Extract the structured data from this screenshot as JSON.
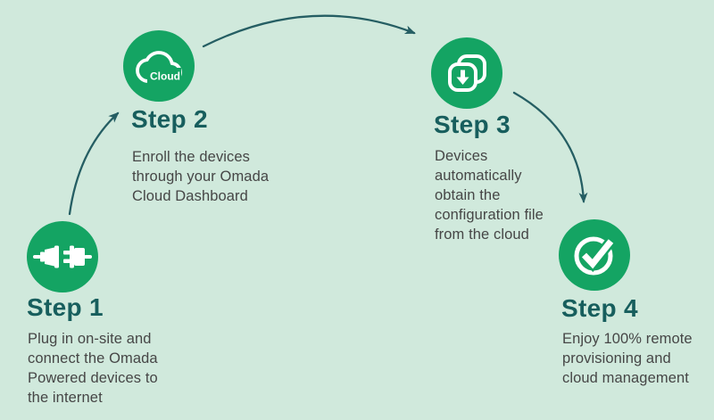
{
  "colors": {
    "background": "#d0e9dc",
    "circle_green": "#14a463",
    "heading_teal": "#175e5d",
    "body_text": "#464646",
    "arrow_teal": "#255e63",
    "icon_white": "#ffffff"
  },
  "steps": [
    {
      "title": "Step 1",
      "description": "Plug in on-site and\nconnect the Omada\nPowered devices to\nthe internet",
      "icon": "plug-connect-icon"
    },
    {
      "title": "Step 2",
      "description": "Enroll the devices\nthrough your Omada\nCloud Dashboard",
      "icon": "cloud-icon",
      "icon_label": "Cloud"
    },
    {
      "title": "Step 3",
      "description": "Devices\nautomatically\nobtain the\nconfiguration file\nfrom the cloud",
      "icon": "download-files-icon"
    },
    {
      "title": "Step 4",
      "description": "Enjoy 100% remote\nprovisioning and\ncloud management",
      "icon": "check-circle-icon"
    }
  ],
  "arrows": [
    {
      "from": "Step 1",
      "to": "Step 2"
    },
    {
      "from": "Step 2",
      "to": "Step 3"
    },
    {
      "from": "Step 3",
      "to": "Step 4"
    }
  ]
}
